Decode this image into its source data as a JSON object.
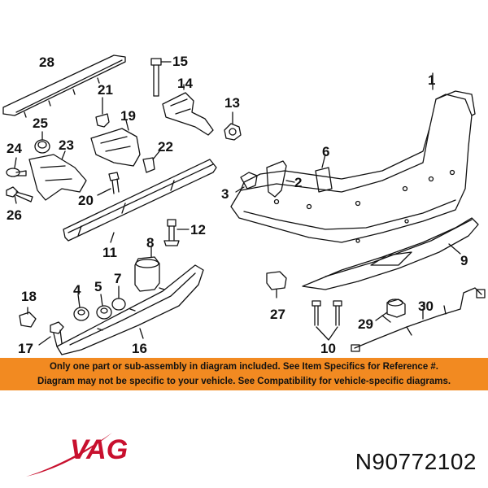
{
  "diagram": {
    "callouts": [
      {
        "id": "c1",
        "text": "1"
      },
      {
        "id": "c2",
        "text": "2"
      },
      {
        "id": "c3",
        "text": "3"
      },
      {
        "id": "c4",
        "text": "4"
      },
      {
        "id": "c5",
        "text": "5"
      },
      {
        "id": "c6",
        "text": "6"
      },
      {
        "id": "c7",
        "text": "7"
      },
      {
        "id": "c8",
        "text": "8"
      },
      {
        "id": "c9",
        "text": "9"
      },
      {
        "id": "c10",
        "text": "10"
      },
      {
        "id": "c11",
        "text": "11"
      },
      {
        "id": "c12",
        "text": "12"
      },
      {
        "id": "c13",
        "text": "13"
      },
      {
        "id": "c14",
        "text": "14"
      },
      {
        "id": "c15",
        "text": "15"
      },
      {
        "id": "c16",
        "text": "16"
      },
      {
        "id": "c17",
        "text": "17"
      },
      {
        "id": "c18",
        "text": "18"
      },
      {
        "id": "c19",
        "text": "19"
      },
      {
        "id": "c20",
        "text": "20"
      },
      {
        "id": "c21",
        "text": "21"
      },
      {
        "id": "c22",
        "text": "22"
      },
      {
        "id": "c23",
        "text": "23"
      },
      {
        "id": "c24",
        "text": "24"
      },
      {
        "id": "c25",
        "text": "25"
      },
      {
        "id": "c26",
        "text": "26"
      },
      {
        "id": "c27",
        "text": "27"
      },
      {
        "id": "c28",
        "text": "28"
      },
      {
        "id": "c29",
        "text": "29"
      },
      {
        "id": "c30",
        "text": "30"
      }
    ]
  },
  "banner": {
    "line1": "Only one part or sub-assembly in diagram included. See Item Specifics for Reference #.",
    "line2": "Diagram may not be specific to your vehicle. See Compatibility for vehicle-specific diagrams."
  },
  "footer": {
    "brand": "VAG",
    "part_number": "N90772102"
  },
  "colors": {
    "banner": "#f28a21",
    "brand_red": "#c8102e",
    "line": "#111111"
  }
}
